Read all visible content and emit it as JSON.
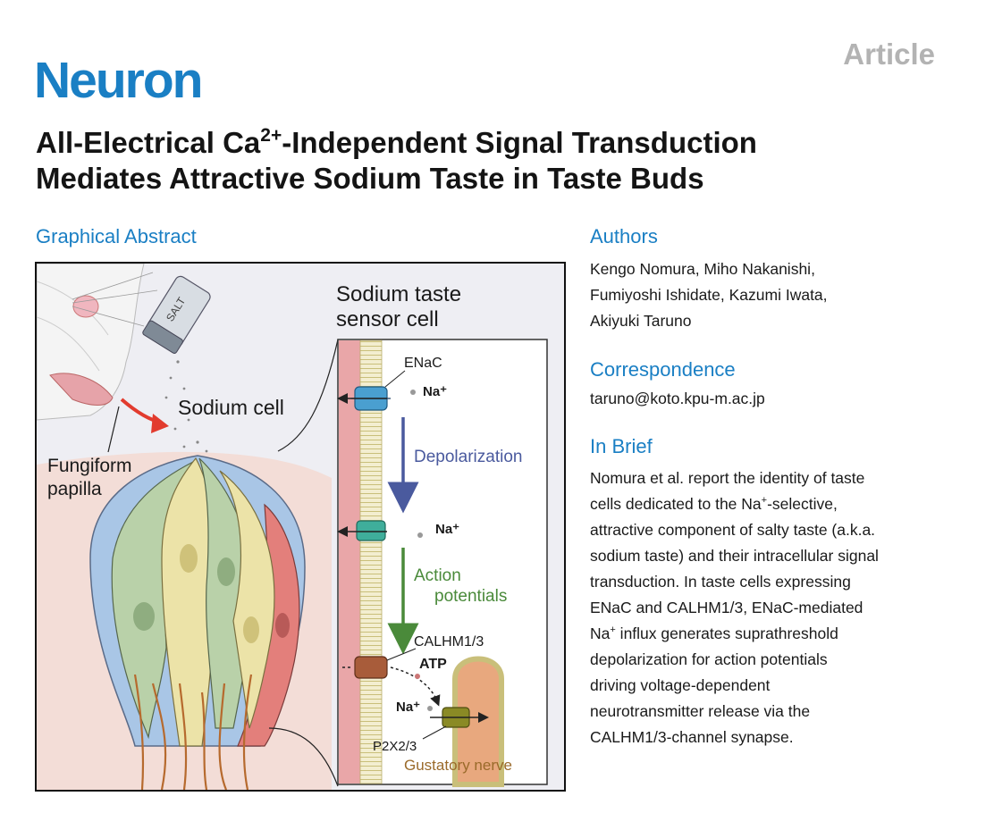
{
  "header": {
    "journal": "Neuron",
    "article_type": "Article"
  },
  "title": {
    "before_sup": "All-Electrical Ca",
    "sup": "2+",
    "line1_after": "-Independent Signal Transduction",
    "line2": "Mediates Attractive Sodium Taste in Taste Buds"
  },
  "graphical_abstract": {
    "heading": "Graphical Abstract",
    "labels": {
      "sensor_title_line1": "Sodium taste",
      "sensor_title_line2": "sensor cell",
      "salt": "SALT",
      "sodium_cell": "Sodium cell",
      "fungiform_line1": "Fungiform",
      "fungiform_line2": "papilla",
      "enac": "ENaC",
      "na1": "Na⁺",
      "depolarization": "Depolarization",
      "na2": "Na⁺",
      "action_line1": "Action",
      "action_line2": "potentials",
      "calhm": "CALHM1/3",
      "atp": "ATP",
      "na3": "Na⁺",
      "p2x": "P2X2/3",
      "gustatory_nerve": "Gustatory nerve"
    },
    "colors": {
      "membrane_pink": "#e9a6a8",
      "cell_blue": "#a9c6e6",
      "cell_yellow": "#ece3a8",
      "cell_green": "#b9d1a9",
      "cell_red": "#e37f7b",
      "enac_blue": "#4a9fd0",
      "channel_teal": "#3fae9b",
      "calhm_brown": "#a85c3a",
      "p2x_olive": "#8a8a25",
      "arrow_blue": "#4a5a9e",
      "arrow_green": "#4a8a3a",
      "arrow_red": "#e23b2e",
      "nerve_label": "#9a6a2a"
    }
  },
  "authors": {
    "heading": "Authors",
    "lines": [
      "Kengo Nomura, Miho Nakanishi,",
      "Fumiyoshi Ishidate, Kazumi Iwata,",
      "Akiyuki Taruno"
    ]
  },
  "correspondence": {
    "heading": "Correspondence",
    "email": "taruno@koto.kpu-m.ac.jp"
  },
  "in_brief": {
    "heading": "In Brief",
    "l1": "Nomura et al. report the identity of taste",
    "l2_a": "cells dedicated to the Na",
    "l2_sup": "+",
    "l2_b": "-selective,",
    "l3": "attractive component of salty taste (a.k.a.",
    "l4": "sodium taste) and their intracellular signal",
    "l5": "transduction. In taste cells expressing",
    "l6": "ENaC and CALHM1/3, ENaC-mediated",
    "l7_a": "Na",
    "l7_sup": "+",
    "l7_b": " influx generates suprathreshold",
    "l8": "depolarization for action potentials",
    "l9": "driving voltage-dependent",
    "l10": "neurotransmitter release via the",
    "l11": "CALHM1/3-channel synapse."
  }
}
